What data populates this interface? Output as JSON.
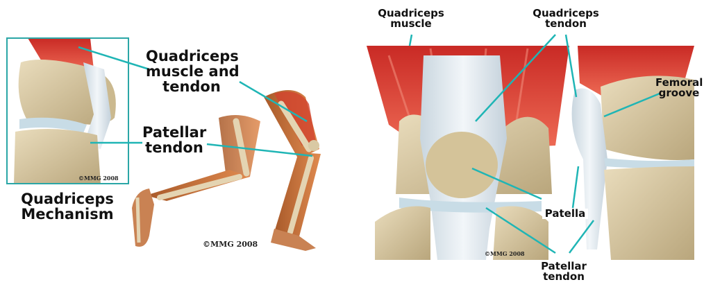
{
  "left_panel": {
    "title_line1": "Quadriceps",
    "title_line2": "Mechanism",
    "label_quad_line1": "Quadriceps",
    "label_quad_line2": "muscle and",
    "label_quad_line3": "tendon",
    "label_patellar_line1": "Patellar",
    "label_patellar_line2": "tendon",
    "copyright_inset": "©MMG 2008",
    "copyright_leg": "©MMG 2008"
  },
  "right_panel": {
    "label_quad_muscle_line1": "Quadriceps",
    "label_quad_muscle_line2": "muscle",
    "label_quad_tendon_line1": "Quadriceps",
    "label_quad_tendon_line2": "tendon",
    "label_femoral_line1": "Femoral",
    "label_femoral_line2": "groove",
    "label_patella": "Patella",
    "label_patellar_line1": "Patellar",
    "label_patellar_line2": "tendon",
    "copyright": "©MMG 2008"
  },
  "colors": {
    "leader_line": "#1fb5b5",
    "inset_border": "#2aa6a6",
    "muscle": "#d83a32",
    "bone": "#d9c9a4",
    "cartilage": "#c8dce6",
    "tendon": "#e2eaf0"
  }
}
